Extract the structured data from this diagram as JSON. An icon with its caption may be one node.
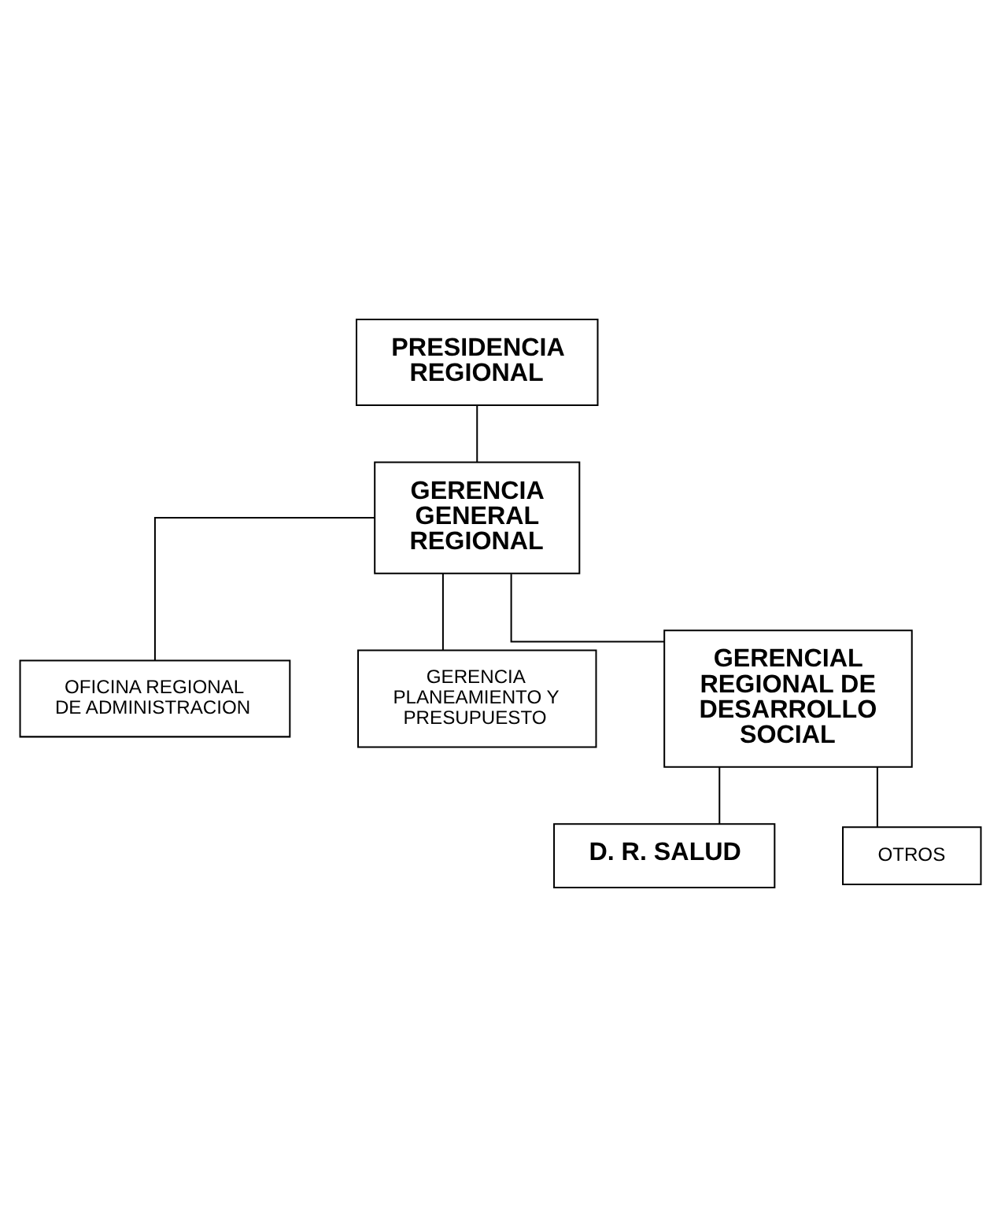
{
  "diagram": {
    "nodes": [
      {
        "text": [
          "PRESIDENCIA REGIONAL"
        ]
      },
      {
        "text": [
          "GERENCIA GENERAL REGIONAL"
        ]
      },
      {
        "text": [
          "OFICINA REGIONAL DE ADMINISTRACION"
        ]
      },
      {
        "text": [
          "GERENCIA PLANEAMIENTO Y PRESUPUESTO"
        ]
      },
      {
        "text": [
          "GERENCIAL REGIONAL DE DESARROLLO SOCIAL"
        ]
      },
      {
        "text": [
          "D. R. SALUD"
        ]
      },
      {
        "text": [
          "OTROS"
        ]
      }
    ],
    "edges": [
      {
        "from": 0,
        "to": 1,
        "arrow": "none"
      },
      {
        "from": 1,
        "to": 2,
        "arrow": "none"
      },
      {
        "from": 1,
        "to": 3,
        "arrow": "none"
      },
      {
        "from": 1,
        "to": 4,
        "arrow": "none"
      },
      {
        "from": 4,
        "to": 5,
        "arrow": "none"
      },
      {
        "from": 4,
        "to": 6,
        "arrow": "none"
      }
    ]
  }
}
